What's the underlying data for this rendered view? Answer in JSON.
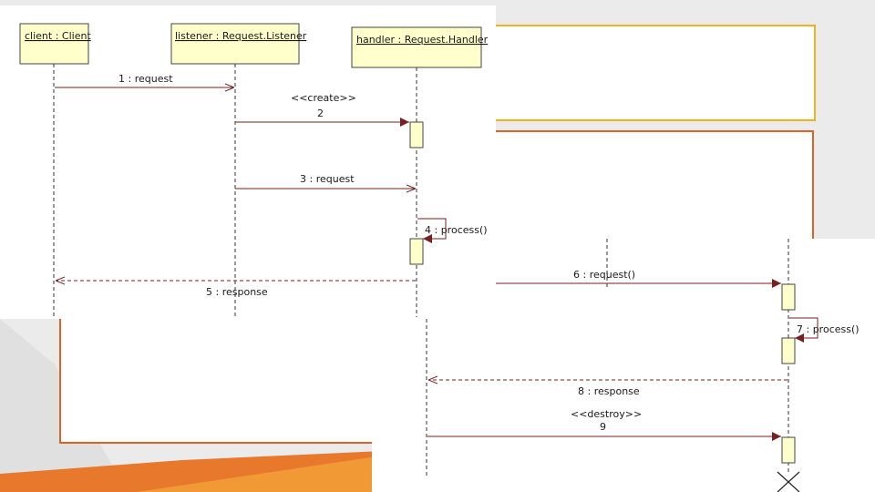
{
  "colors": {
    "accent_yellow": "#f2b21c",
    "accent_orange": "#d9642a",
    "lifeline_fill": "#ffffcc",
    "message": "#7a1f1f"
  },
  "lifelines": [
    {
      "id": "client",
      "label": "client : Client"
    },
    {
      "id": "listener",
      "label": "listener : Request.Listener"
    },
    {
      "id": "handler",
      "label": "handler : Request.Handler"
    }
  ],
  "messages": [
    {
      "id": "m1",
      "label": "1 : request"
    },
    {
      "id": "m2",
      "stereotype": "<<create>>",
      "label": "2"
    },
    {
      "id": "m3",
      "label": "3 : request"
    },
    {
      "id": "m4",
      "label": "4 : process()"
    },
    {
      "id": "m5",
      "label": "5 : response"
    },
    {
      "id": "m6",
      "label": "6 : request()"
    },
    {
      "id": "m7",
      "label": "7 : process()"
    },
    {
      "id": "m8",
      "label": "8 : response"
    },
    {
      "id": "m9",
      "stereotype": "<<destroy>>",
      "label": "9"
    }
  ]
}
